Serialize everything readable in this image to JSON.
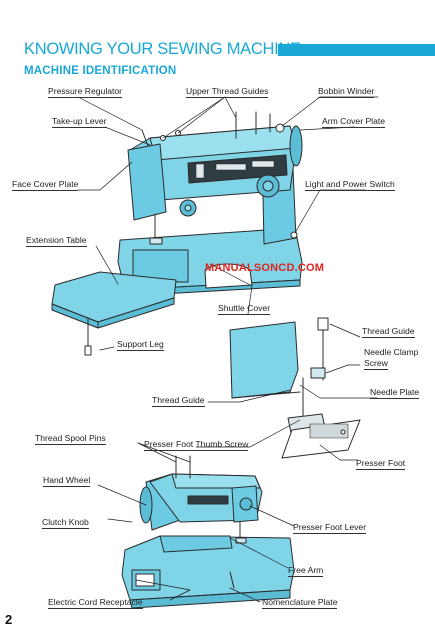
{
  "header": {
    "title": "KNOWING YOUR SEWING MACHINE",
    "subtitle": "MACHINE IDENTIFICATION"
  },
  "labels": {
    "pressure_regulator": "Pressure Regulator",
    "upper_thread_guides": "Upper Thread Guides",
    "bobbin_winder": "Bobbin Winder",
    "take_up_lever": "Take-up Lever",
    "arm_cover_plate": "Arm Cover Plate",
    "face_cover_plate": "Face Cover Plate",
    "light_power_switch": "Light and Power Switch",
    "extension_table": "Extension Table",
    "shuttle_cover": "Shuttle Cover",
    "support_leg": "Support Leg",
    "thread_guide_right": "Thread Guide",
    "needle_clamp_screw_1": "Needle Clamp",
    "needle_clamp_screw_2": "Screw",
    "needle_plate": "Needle Plate",
    "thread_guide_left": "Thread Guide",
    "thread_spool_pins": "Thread Spool Pins",
    "presser_foot_thumb_screw": "Presser Foot Thumb Screw",
    "presser_foot": "Presser Foot",
    "hand_wheel": "Hand Wheel",
    "clutch_knob": "Clutch Knob",
    "presser_foot_lever": "Presser Foot Lever",
    "free_arm": "Free Arm",
    "electric_cord_receptacle": "Electric Cord Receptacle",
    "nomenclature_plate": "Nomenclature Plate"
  },
  "watermark": "MANUALSONCD.COM",
  "page_number": "2",
  "colors": {
    "accent": "#19a7d6",
    "machine_fill": "#7fd4e8",
    "machine_shade": "#5bbcd6",
    "watermark": "#e0241e"
  }
}
